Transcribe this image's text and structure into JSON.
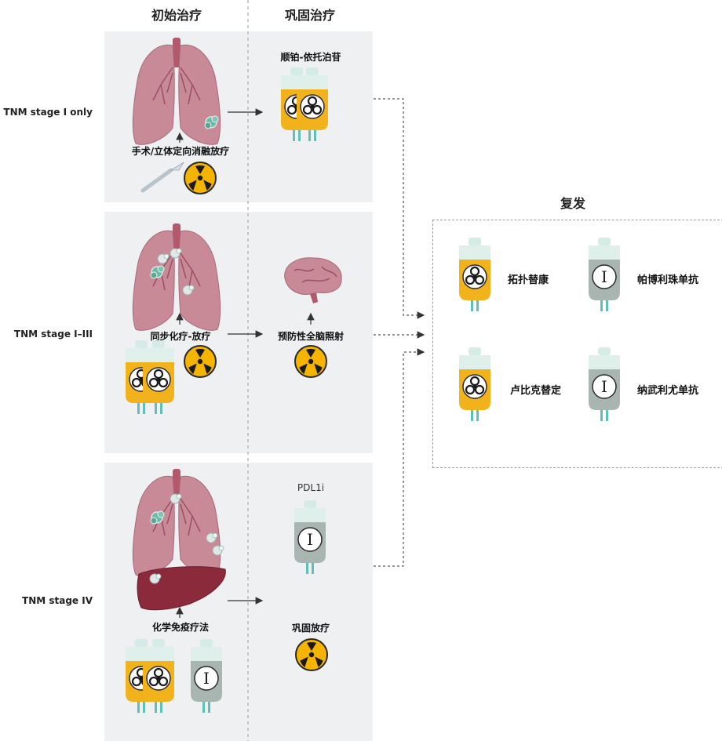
{
  "columns": {
    "initial": "初始治疗",
    "consolidation": "巩固治疗"
  },
  "stages": [
    {
      "name": "TNM stage I only",
      "initial_label": "手术/立体定向消融放疗",
      "consolidation_label": "顺铂-依托泊苷"
    },
    {
      "name": "TNM stage I–III",
      "initial_label": "同步化疗-放疗",
      "consolidation_label": "预防性全脑照射"
    },
    {
      "name": "TNM stage IV",
      "initial_label": "化学免疫疗法",
      "consolidation_top": "PDL1i",
      "consolidation_label": "巩固放疗"
    }
  ],
  "relapse": {
    "title": "复发",
    "items": [
      {
        "label": "拓扑替康",
        "icon": "biohazard-bag-icon"
      },
      {
        "label": "帕博利珠单抗",
        "icon": "immunotherapy-bag-icon"
      },
      {
        "label": "卢比克替定",
        "icon": "biohazard-bag-icon"
      },
      {
        "label": "纳武利尤单抗",
        "icon": "immunotherapy-bag-icon"
      }
    ]
  },
  "icon_glyphs": {
    "immuno": "I"
  },
  "colors": {
    "panel": "#eef0f1",
    "lung": "#c98a98",
    "liver": "#8a2a3a",
    "chemo_bag": "#f2b21b",
    "immuno_bag": "#a9b5b1",
    "radiation": "#f5b400",
    "tumor": "#6fb8a8"
  }
}
